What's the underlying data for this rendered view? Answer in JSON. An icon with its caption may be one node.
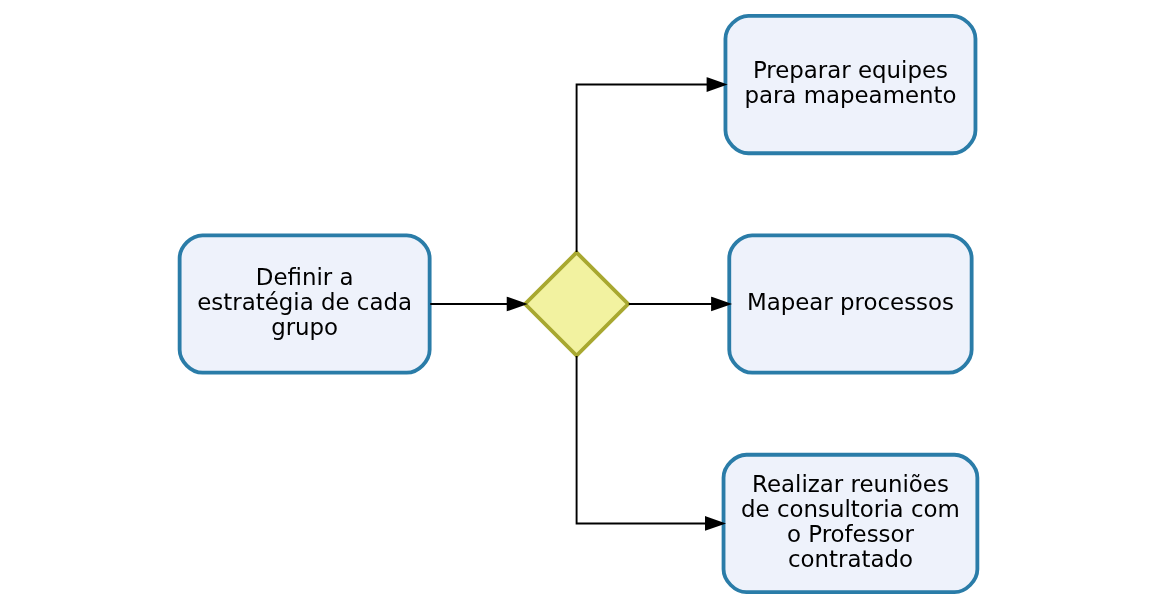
{
  "diagram": {
    "nodes": [
      {
        "text": [
          "Definir a estratégia de cada grupo"
        ]
      },
      {
        "text": [],
        "shape": "diamond"
      },
      {
        "text": [
          "Preparar equipes para mapeamento"
        ]
      },
      {
        "text": [
          "Mapear processos"
        ]
      },
      {
        "text": [
          "Realizar reuniões de consultoria com o Professor contratado"
        ]
      }
    ],
    "edges": [
      {
        "from": 0,
        "to": 1,
        "arrow": "to"
      },
      {
        "from": 1,
        "to": 2,
        "arrow": "to"
      },
      {
        "from": 1,
        "to": 3,
        "arrow": "to"
      },
      {
        "from": 1,
        "to": 4,
        "arrow": "to"
      }
    ]
  }
}
